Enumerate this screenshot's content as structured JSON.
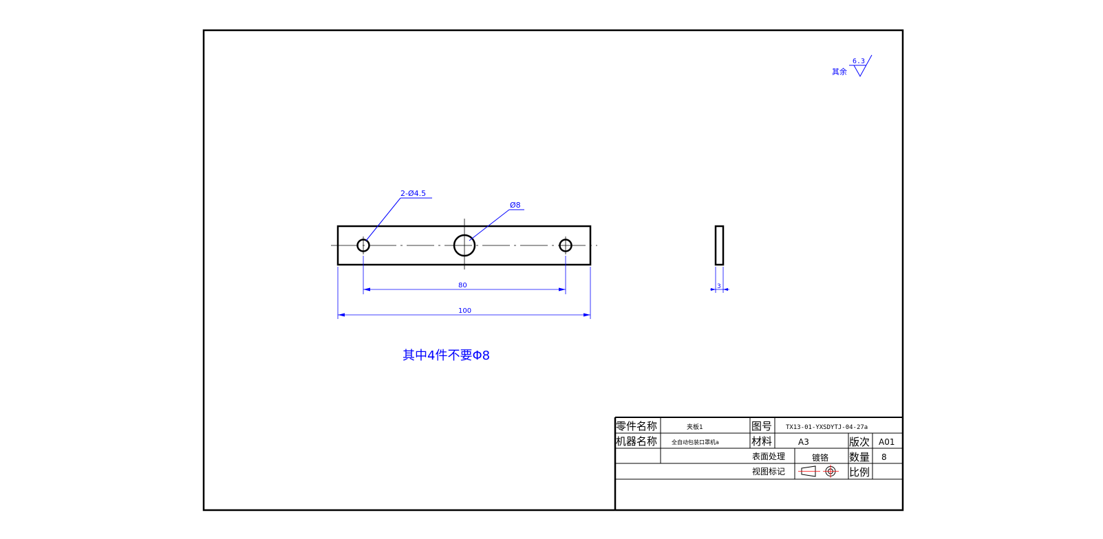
{
  "surface_finish": {
    "prefix": "其余",
    "value": "6.3"
  },
  "dimensions": {
    "holes_small": "2-Ø4.5",
    "hole_center": "Ø8",
    "hole_spacing": "80",
    "overall_length": "100",
    "thickness": "3"
  },
  "note": "其中4件不要Φ8",
  "title_block": {
    "part_name_label": "零件名称",
    "part_name_value": "夹板1",
    "drawing_no_label": "图号",
    "drawing_no_value": "TX13-01-YXSDYTJ-04-27a",
    "machine_name_label": "机器名称",
    "machine_name_value": "全自动包装口罩机a",
    "material_label": "材料",
    "material_value": "A3",
    "version_label": "版次",
    "version_value": "A01",
    "surface_treatment_label": "表面处理",
    "surface_treatment_value": "镀铬",
    "quantity_label": "数量",
    "quantity_value": "8",
    "view_mark_label": "视图标记",
    "scale_label": "比例",
    "scale_value": ""
  },
  "colors": {
    "outline": "#000000",
    "dimension": "#0000ff",
    "background": "#ffffff"
  }
}
